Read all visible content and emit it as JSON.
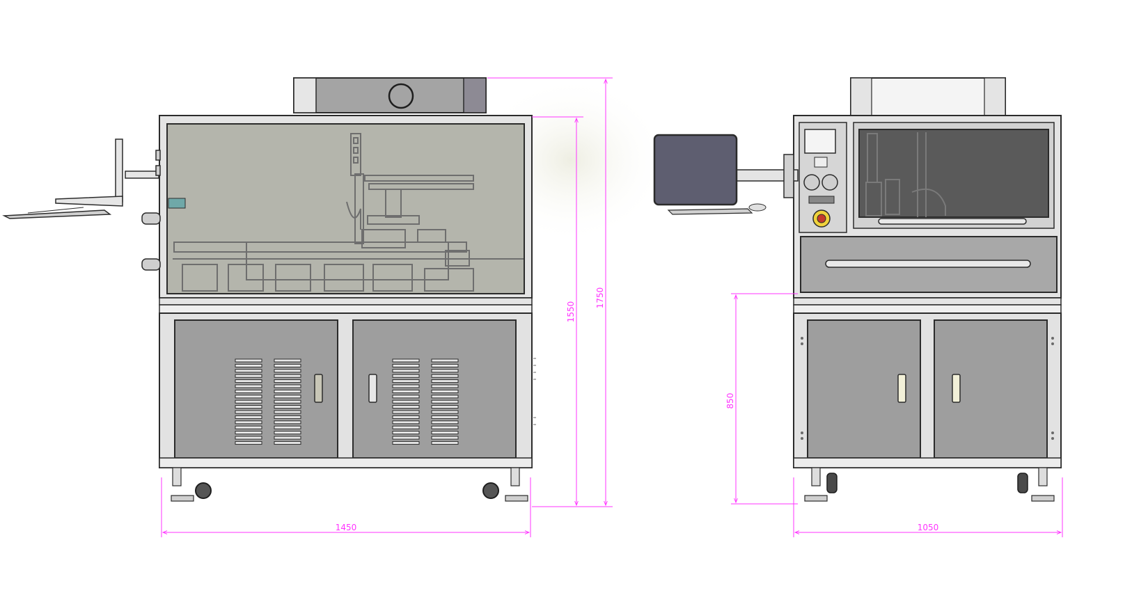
{
  "colors": {
    "dimension": "#ff33ff",
    "outline": "#2b2b2b",
    "panel": "#9e9e9e",
    "glass": "#b4b5ac",
    "frame": "#e2e2e2",
    "screen": "#5e5e70",
    "dark_glass": "#5a5a5a"
  },
  "dimensions": {
    "front_width": "1450",
    "front_height_inner": "1550",
    "front_height_total": "1750",
    "side_width": "1050",
    "side_working_height": "850"
  },
  "icons": {
    "gauge": "gauge-icon",
    "emergency_stop": "emergency-stop-icon",
    "caster": "caster-wheel-icon"
  }
}
